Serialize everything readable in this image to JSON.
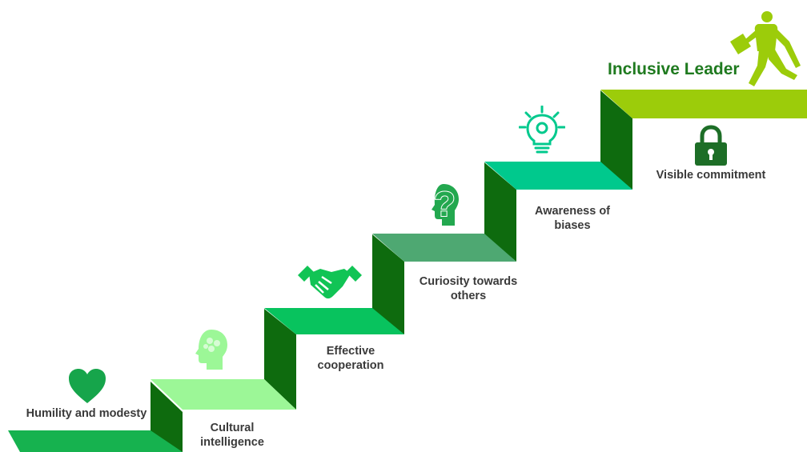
{
  "title": "Inclusive Leader",
  "colors": {
    "riser": "#0e6b0e",
    "tread_step1": "#16b24f",
    "tread_step2": "#9cf797",
    "tread_step3": "#08c35e",
    "tread_step4": "#4ea872",
    "tread_step5": "#00c98d",
    "tread_step6": "#9ccc0a",
    "title": "#1f7a1f",
    "label_text": "#3a3a3a"
  },
  "steps": [
    {
      "label_line1": "Humility and modesty",
      "label_line2": "",
      "icon": "heart-icon",
      "icon_color": "#16a54b"
    },
    {
      "label_line1": "Cultural",
      "label_line2": "intelligence",
      "icon": "brain-head-icon",
      "icon_color": "#9cf797"
    },
    {
      "label_line1": "Effective",
      "label_line2": "cooperation",
      "icon": "handshake-icon",
      "icon_color": "#11c455"
    },
    {
      "label_line1": "Curiosity towards",
      "label_line2": "others",
      "icon": "question-head-icon",
      "icon_color": "#23a84f"
    },
    {
      "label_line1": "Awareness of",
      "label_line2": "biases",
      "icon": "lightbulb-icon",
      "icon_color": "#00c98d"
    },
    {
      "label_line1": "Visible commitment",
      "label_line2": "",
      "icon": "padlock-icon",
      "icon_color": "#1d6e27"
    }
  ],
  "figure": {
    "icon": "walking-businessman-icon",
    "color": "#9ccc0a"
  }
}
